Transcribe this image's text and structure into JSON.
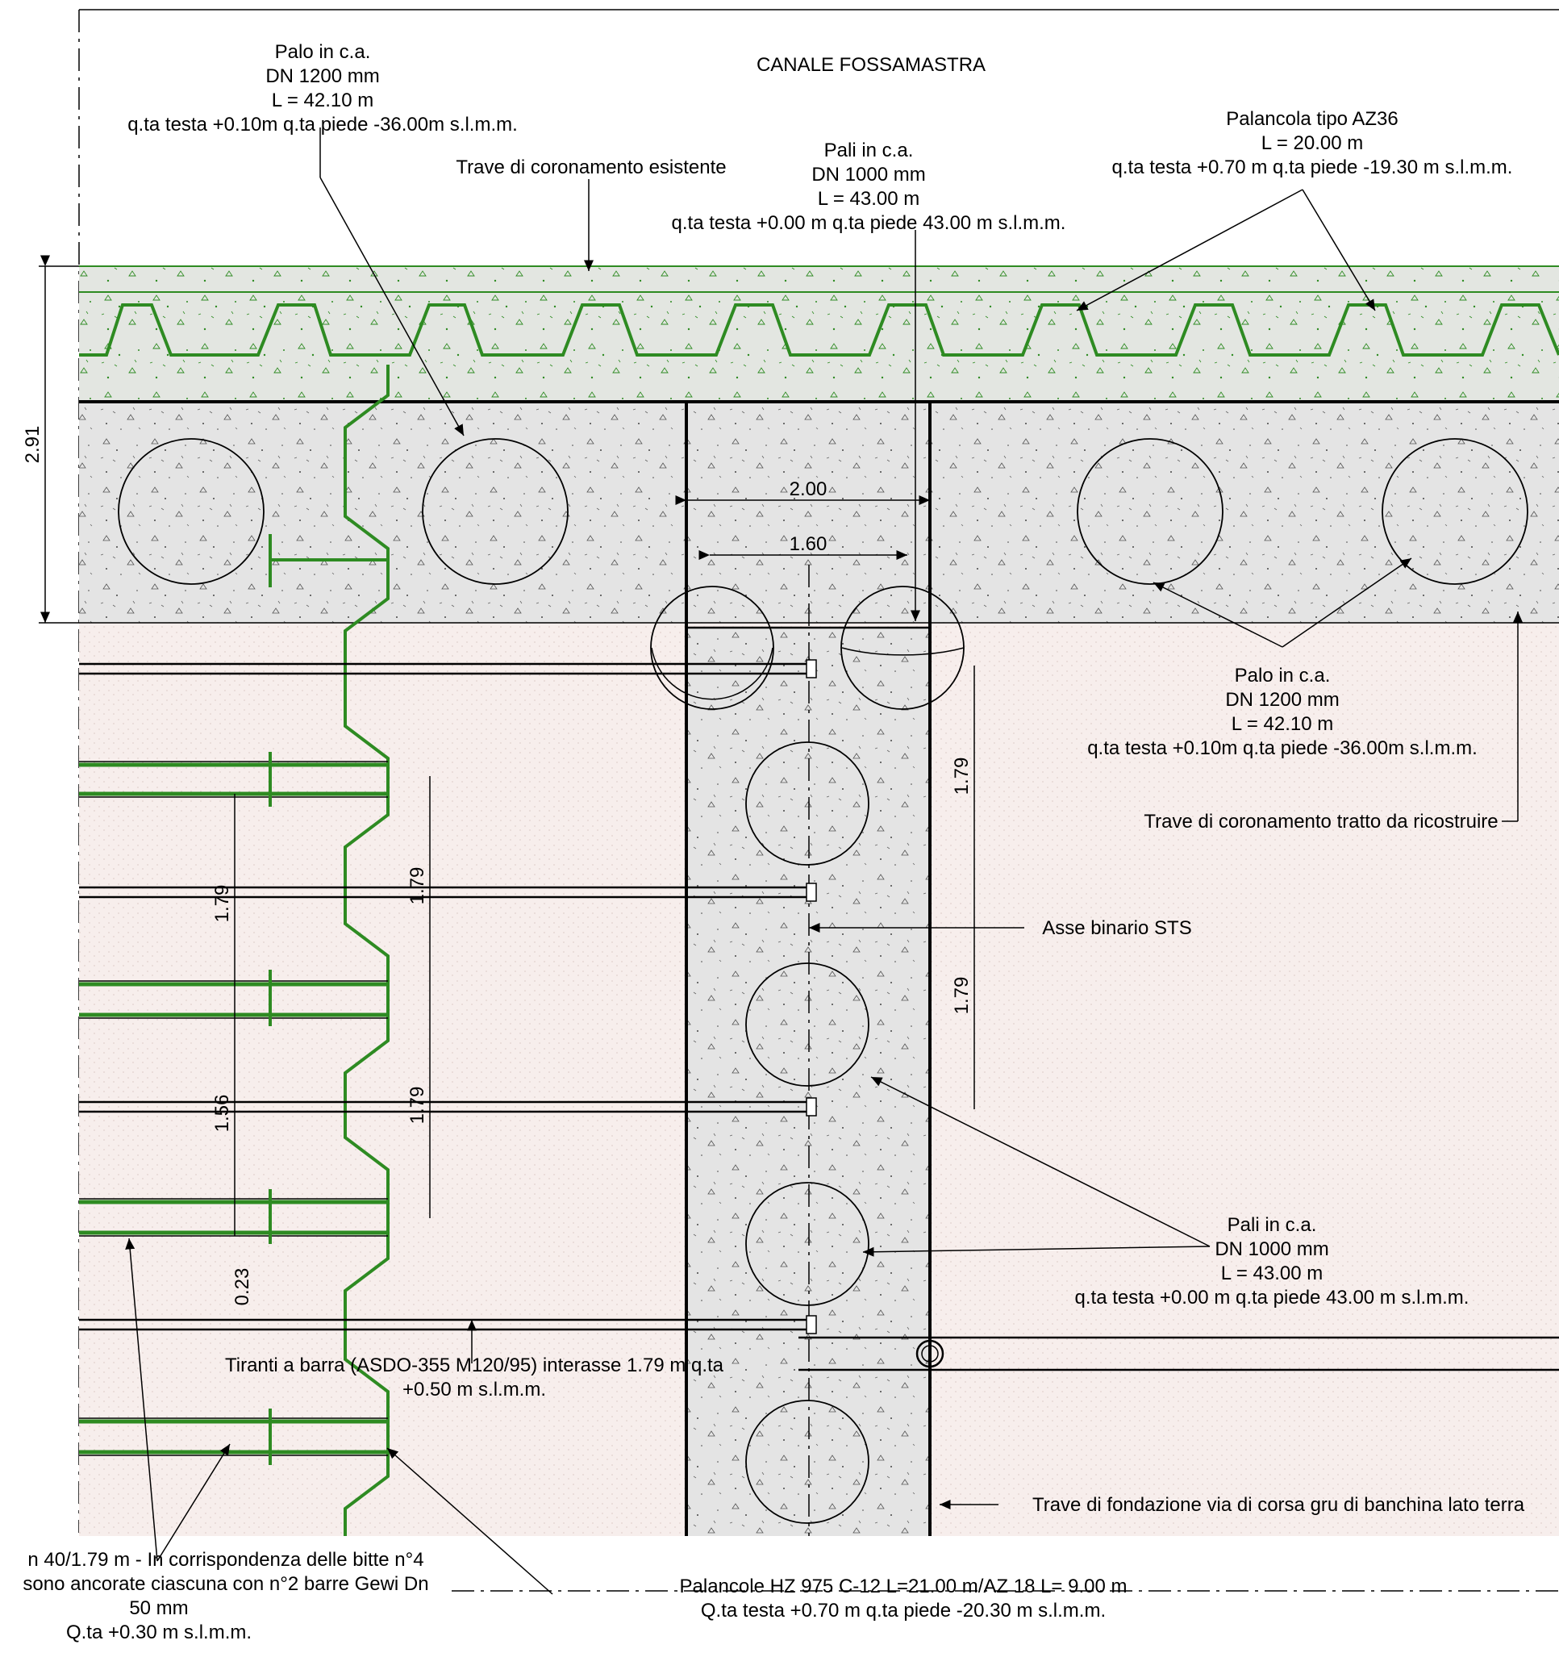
{
  "title": "CANALE FOSSAMASTRA",
  "labels": {
    "palo_1200_top": [
      "Palo in c.a.",
      "DN 1200 mm",
      "L = 42.10 m",
      "q.ta testa +0.10m q.ta piede -36.00m s.l.m.m."
    ],
    "trave_esistente": "Trave di coronamento esistente",
    "pali_1000_top": [
      "Pali in c.a.",
      "DN 1000 mm",
      "L = 43.00 m",
      "q.ta testa +0.00 m q.ta piede 43.00 m s.l.m.m."
    ],
    "palancola_az36": [
      "Palancola tipo AZ36",
      "L = 20.00 m",
      "q.ta testa +0.70 m q.ta piede -19.30 m s.l.m.m."
    ],
    "palo_1200_right": [
      "Palo in c.a.",
      "DN 1200 mm",
      "L = 42.10 m",
      "q.ta testa +0.10m q.ta piede -36.00m s.l.m.m."
    ],
    "trave_ricostruire": "Trave di coronamento tratto da ricostruire",
    "asse_binario": "Asse binario STS",
    "pali_1000_right": [
      "Pali in c.a.",
      "DN 1000 mm",
      "L = 43.00 m",
      "q.ta testa +0.00 m q.ta piede 43.00 m s.l.m.m."
    ],
    "tiranti": [
      "Tiranti a barra (ASDO-355 M120/95) interasse 1.79 m q.ta",
      "+0.50 m s.l.m.m."
    ],
    "trave_fondazione": "Trave di fondazione via di corsa gru di banchina lato terra",
    "bitte": [
      "n 40/1.79 m - In corrispondenza delle bitte n°4",
      "sono ancorate ciascuna con n°2 barre Gewi Dn",
      "50 mm",
      "Q.ta +0.30 m s.l.m.m."
    ],
    "palancole_hz": [
      "Palancole HZ 975 C-12 L=21.00 m/AZ 18 L= 9.00 m",
      "Q.ta testa +0.70 m q.ta piede -20.30 m s.l.m.m."
    ]
  },
  "dimensions": {
    "beam_height": "2.91",
    "width_200": "2.00",
    "width_160": "1.60",
    "right_179_a": "1.79",
    "right_179_b": "1.79",
    "left_179": "1.79",
    "left_156": "1.56",
    "left_023": "0.23",
    "mid_179_a": "1.79",
    "mid_179_b": "1.79"
  },
  "colors": {
    "concrete": "#e4e4e4",
    "soil": "#f6ecea",
    "steel_green": "#2e8b22",
    "beam_green": "#dfe9da"
  }
}
